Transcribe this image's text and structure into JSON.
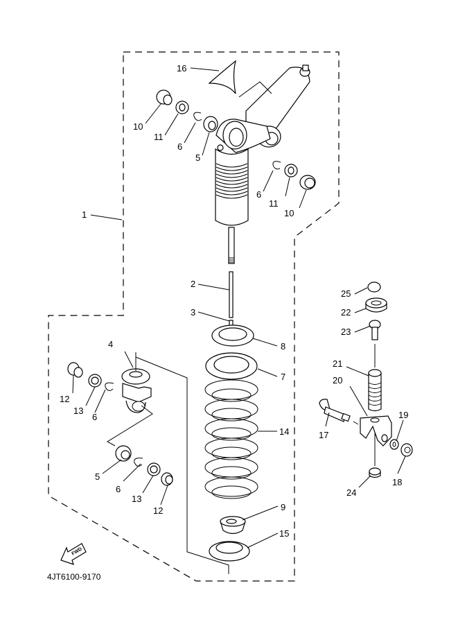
{
  "diagram": {
    "title": "Rear Suspension Exploded View",
    "reference_code": "4JT6100-9170",
    "fwd_label": "FWD",
    "callouts": [
      {
        "id": "c16",
        "text": "16"
      },
      {
        "id": "c10a",
        "text": "10"
      },
      {
        "id": "c11a",
        "text": "11"
      },
      {
        "id": "c6a",
        "text": "6"
      },
      {
        "id": "c5a",
        "text": "5"
      },
      {
        "id": "c6b",
        "text": "6"
      },
      {
        "id": "c11b",
        "text": "11"
      },
      {
        "id": "c10b",
        "text": "10"
      },
      {
        "id": "c1",
        "text": "1"
      },
      {
        "id": "c2",
        "text": "2"
      },
      {
        "id": "c3",
        "text": "3"
      },
      {
        "id": "c8",
        "text": "8"
      },
      {
        "id": "c7",
        "text": "7"
      },
      {
        "id": "c4",
        "text": "4"
      },
      {
        "id": "c12a",
        "text": "12"
      },
      {
        "id": "c13a",
        "text": "13"
      },
      {
        "id": "c6c",
        "text": "6"
      },
      {
        "id": "c14",
        "text": "14"
      },
      {
        "id": "c5b",
        "text": "5"
      },
      {
        "id": "c6d",
        "text": "6"
      },
      {
        "id": "c13b",
        "text": "13"
      },
      {
        "id": "c12b",
        "text": "12"
      },
      {
        "id": "c9",
        "text": "9"
      },
      {
        "id": "c15",
        "text": "15"
      },
      {
        "id": "c25",
        "text": "25"
      },
      {
        "id": "c22",
        "text": "22"
      },
      {
        "id": "c23",
        "text": "23"
      },
      {
        "id": "c21",
        "text": "21"
      },
      {
        "id": "c20",
        "text": "20"
      },
      {
        "id": "c17",
        "text": "17"
      },
      {
        "id": "c19",
        "text": "19"
      },
      {
        "id": "c18",
        "text": "18"
      },
      {
        "id": "c24",
        "text": "24"
      }
    ]
  }
}
